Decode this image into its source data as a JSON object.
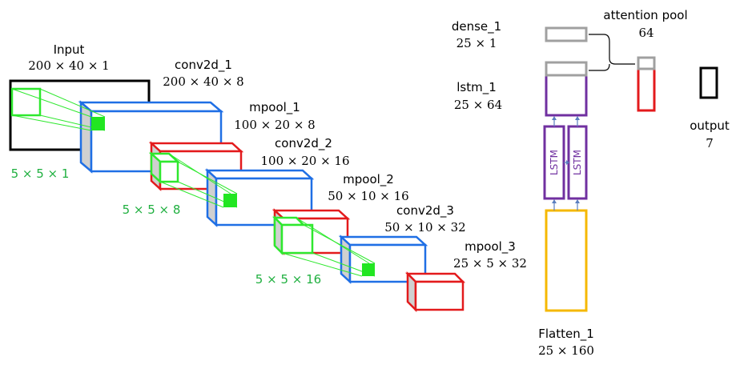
{
  "colors": {
    "black": "#000000",
    "blue": "#1f6fe5",
    "red": "#e31a1c",
    "green": "#2ee82e",
    "green_fill": "#22e622",
    "green_text": "#20b040",
    "purple": "#7030a0",
    "gray": "#a0a0a0",
    "gray_fill": "#d0d0d0",
    "yellow": "#f5b800",
    "arrow": "#5b7fbf"
  },
  "layers": {
    "input": {
      "name": "Input",
      "shape": "200 × 40 × 1"
    },
    "conv1": {
      "name": "conv2d_1",
      "shape": "200 × 40 × 8"
    },
    "pool1": {
      "name": "mpool_1",
      "shape": "100 × 20 × 8"
    },
    "conv2": {
      "name": "conv2d_2",
      "shape": "100 × 20 × 16"
    },
    "pool2": {
      "name": "mpool_2",
      "shape": "50 × 10 × 16"
    },
    "conv3": {
      "name": "conv2d_3",
      "shape": "50 × 10 × 32"
    },
    "pool3": {
      "name": "mpool_3",
      "shape": "25 × 5 × 32"
    },
    "flatten": {
      "name": "Flatten_1",
      "shape": "25 × 160"
    },
    "lstm": {
      "name": "lstm_1",
      "shape": "25 × 64",
      "cell_label": "LSTM"
    },
    "dense": {
      "name": "dense_1",
      "shape": "25 × 1"
    },
    "attention": {
      "name": "attention  pool",
      "shape": "64"
    },
    "output": {
      "name": "output",
      "shape": "7"
    }
  },
  "kernels": {
    "k1": "5 × 5 × 1",
    "k2": "5 × 5 × 8",
    "k3": "5 × 5 × 16"
  }
}
